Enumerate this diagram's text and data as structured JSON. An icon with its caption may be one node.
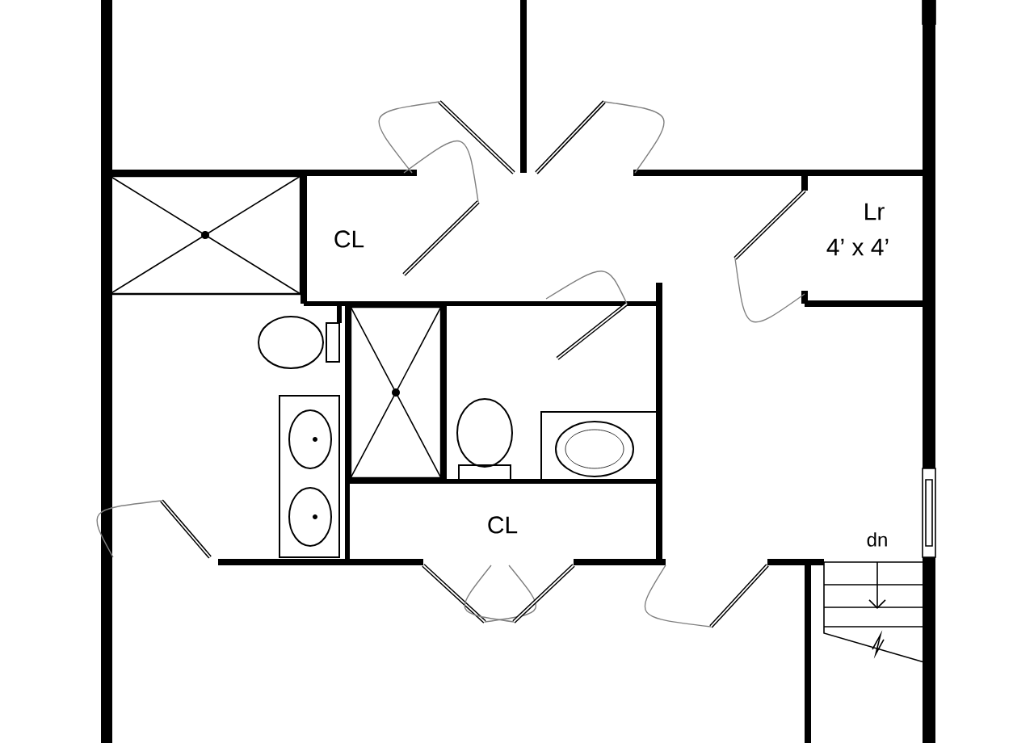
{
  "diagram": {
    "labels": [
      "CL",
      "Lr",
      "4’ x 4’",
      "CL",
      "dn"
    ]
  }
}
